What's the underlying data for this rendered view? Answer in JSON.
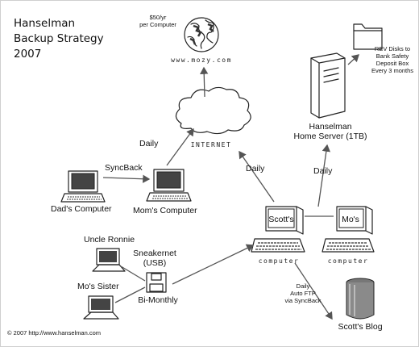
{
  "title": {
    "line1": "Hanselman",
    "line2": "Backup Strategy",
    "line3": "2007"
  },
  "mozy": {
    "price_line1": "$50/yr",
    "price_line2": "per Computer",
    "site": "www.mozy.com"
  },
  "internet_label": "INTERNET",
  "rev_disks": {
    "line1": "REV Disks to",
    "line2": "Bank Safety",
    "line3": "Deposit Box",
    "line4": "Every 3 months"
  },
  "home_server": {
    "line1": "Hanselman",
    "line2": "Home Server (1TB)"
  },
  "edges": {
    "mom_to_internet": "Daily",
    "scotts_to_internet": "Daily",
    "scotts_to_server": "Daily",
    "dad_to_mom": "SyncBack",
    "scotts_to_blog_line1": "Daily",
    "scotts_to_blog_line2": "Auto FTP",
    "scotts_to_blog_line3": "via SyncBack",
    "sneakernet_freq": "Bi-Monthly"
  },
  "nodes": {
    "dads_computer": "Dad's Computer",
    "moms_computer": "Mom's Computer",
    "uncle_ronnie": "Uncle Ronnie",
    "mos_sister": "Mo's Sister",
    "sneakernet_line1": "Sneakernet",
    "sneakernet_line2": "(USB)",
    "scotts_screen": "Scott's",
    "mos_screen": "Mo's",
    "scotts_computer": "computer",
    "mos_computer": "computer",
    "scotts_blog": "Scott's Blog"
  },
  "copyright": "© 2007 http://www.hanselman.com"
}
